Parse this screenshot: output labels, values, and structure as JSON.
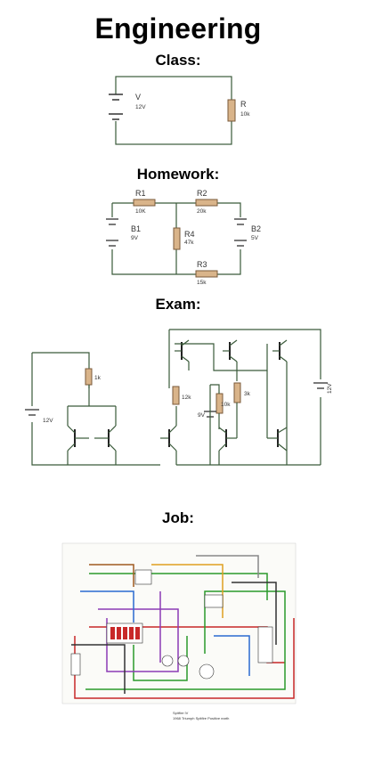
{
  "title": "Engineering",
  "sections": {
    "class": {
      "heading": "Class:",
      "battery": {
        "name": "V",
        "value": "12V"
      },
      "resistor": {
        "name": "R",
        "value": "10k"
      }
    },
    "homework": {
      "heading": "Homework:",
      "r1": {
        "name": "R1",
        "value": "10K"
      },
      "r2": {
        "name": "R2",
        "value": "20k"
      },
      "r3": {
        "name": "R3",
        "value": "15k"
      },
      "r4": {
        "name": "R4",
        "value": "47k"
      },
      "b1": {
        "name": "B1",
        "value": "9V"
      },
      "b2": {
        "name": "B2",
        "value": "5V"
      }
    },
    "exam": {
      "heading": "Exam:",
      "labels": {
        "r_left": "1k",
        "r_mid": "12k",
        "r_right1": "3k",
        "r_right2": "10k",
        "bat_left": "12V",
        "bat_mid": "9V",
        "bat_right": "12V"
      }
    },
    "job": {
      "heading": "Job:",
      "caption1": "Spitfire IV",
      "caption2": "1968 Triumph Spitfire  Positive earth"
    }
  }
}
